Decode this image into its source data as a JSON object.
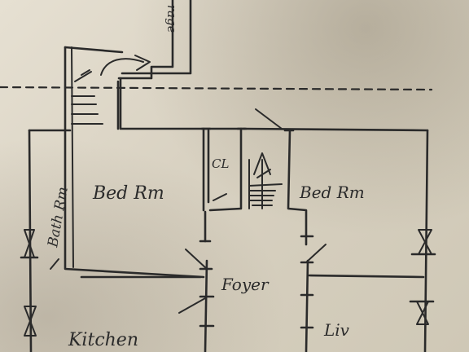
{
  "labels": {
    "garage_partial": "rage",
    "bath": "Bath Rm",
    "bed_left": "Bed Rm",
    "closet": "CL",
    "bed_right": "Bed Rm",
    "foyer": "Foyer",
    "kitchen": "Kitchen",
    "living_partial": "Liv"
  },
  "colors": {
    "ink": "#2a2a2a",
    "paper": "#e2dccd"
  }
}
